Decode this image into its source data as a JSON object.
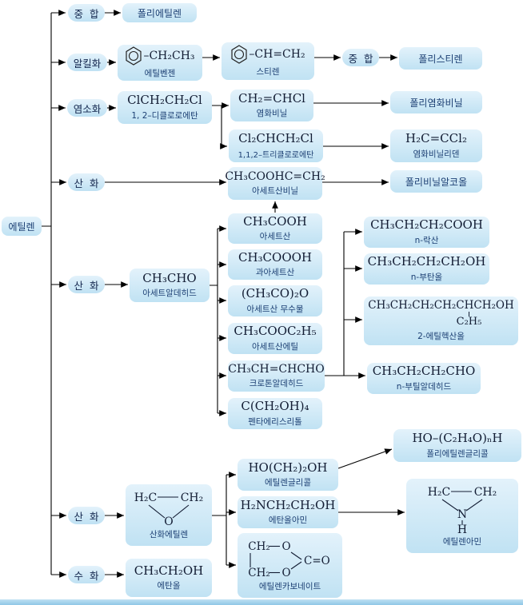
{
  "colors": {
    "box_fill_top": "#e3f2fb",
    "box_fill_bottom": "#c0e2f3",
    "arrow": "#000000",
    "formula_text": "#121c33",
    "label_text": "#1c3f73"
  },
  "root": {
    "label": "에틸렌"
  },
  "pills": {
    "polymer1": "중  합",
    "alkylation": "알킬화",
    "chlorination": "염소화",
    "oxidation1": "산  화",
    "oxidation2": "산  화",
    "oxidation3": "산  화",
    "hydration": "수  화",
    "polymer2": "중  합"
  },
  "nodes": {
    "polyethylene": {
      "name": "폴리에틸렌"
    },
    "ethylbenzene": {
      "formula": "–CH₂CH₃",
      "name": "에틸벤젠"
    },
    "styrene": {
      "formula": "–CH=CH₂",
      "name": "스티렌"
    },
    "polystyrene": {
      "name": "폴리스티렌"
    },
    "dichloroethane": {
      "formula": "ClCH₂CH₂Cl",
      "name": "1, 2–디클로로에탄"
    },
    "vinyl_chloride": {
      "formula": "CH₂=CHCl",
      "name": "염화비닐"
    },
    "pvc": {
      "name": "폴리염화비닐"
    },
    "trichloroethane": {
      "formula": "Cl₂CHCH₂Cl",
      "name": "1,1,2–트리클로로에탄"
    },
    "vinylidene_chloride": {
      "formula": "H₂C=CCl₂",
      "name": "염화비닐리덴"
    },
    "vinyl_acetate": {
      "formula": "CH₃COOHC=CH₂",
      "name": "아세트산비닐"
    },
    "pva": {
      "name": "폴리비닐알코올"
    },
    "acetaldehyde": {
      "formula": "CH₃CHO",
      "name": "아세트알데히드"
    },
    "acetic_acid": {
      "formula": "CH₃COOH",
      "name": "아세트산"
    },
    "peracetic_acid": {
      "formula": "CH₃COOOH",
      "name": "과아세트산"
    },
    "acetic_anhydride": {
      "formula": "(CH₃CO)₂O",
      "name": "아세트산 무수물"
    },
    "ethyl_acetate": {
      "formula": "CH₃COOC₂H₅",
      "name": "아세트산에틸"
    },
    "crotonaldehyde": {
      "formula": "CH₃CH=CHCHO",
      "name": "크로톤알데히드"
    },
    "pentaerythritol": {
      "formula": "C(CH₂OH)₄",
      "name": "펜타에리스리톨"
    },
    "butyraldehyde": {
      "formula": "CH₃CH₂CH₂CHO",
      "name": "n-부틸알데히드"
    },
    "butyric_acid": {
      "formula": "CH₃CH₂CH₂COOH",
      "name": "n-락산"
    },
    "butanol": {
      "formula": "CH₃CH₂CH₂CH₂OH",
      "name": "n-부탄올"
    },
    "ethylhexanol": {
      "formula": "CH₃CH₂CH₂CH₂CHCH₂OH",
      "branch": "C₂H₅",
      "name": "2-에틸헥산올"
    },
    "ethylene_oxide": {
      "a1": "H₂C",
      "a2": "CH₂",
      "a3": "O",
      "name": "산화에틸렌"
    },
    "ethylene_glycol": {
      "formula": "HO(CH₂)₂OH",
      "name": "에틸렌글리콜"
    },
    "peg": {
      "formula": "HO–(C₂H₄O)ₙH",
      "name": "폴리에틸렌글리콜"
    },
    "ethanolamine": {
      "formula": "H₂NCH₂CH₂OH",
      "name": "에탄올아민"
    },
    "ethyleneimine": {
      "a1": "H₂C",
      "a2": "CH₂",
      "a3": "N",
      "a4": "H",
      "name": "에틸렌아민"
    },
    "ethylene_carbonate": {
      "a1": "CH₂",
      "a2": "O",
      "a3": "CH₂",
      "a4": "O",
      "a5": "C=O",
      "name": "에틸렌카보네이트"
    },
    "ethanol": {
      "formula": "CH₃CH₂OH",
      "name": "에탄올"
    }
  }
}
